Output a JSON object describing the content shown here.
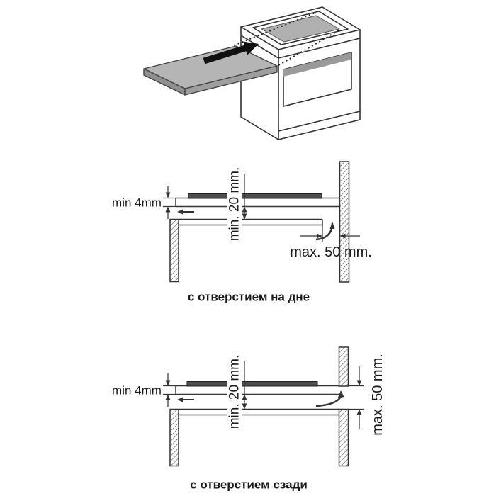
{
  "illustration": {
    "name": "hob-insertion-into-cabinet"
  },
  "diagrams": [
    {
      "min_gap_label": "min 4mm",
      "clearance_label": "min. 20 mm.",
      "max_opening_label": "max. 50 mm.",
      "caption": "с отверстием на дне"
    },
    {
      "min_gap_label": "min 4mm",
      "clearance_label": "min. 20 mm.",
      "max_opening_label": "max. 50 mm.",
      "caption": "с отверстием сзади"
    }
  ],
  "colors": {
    "line": "#333333",
    "hob_fill": "#4d4d4d",
    "panel_top": "#b5b5b5",
    "panel_side": "#8f8f8f",
    "cutout_fill": "#b0b0b0",
    "arrow_fill": "#111111"
  }
}
